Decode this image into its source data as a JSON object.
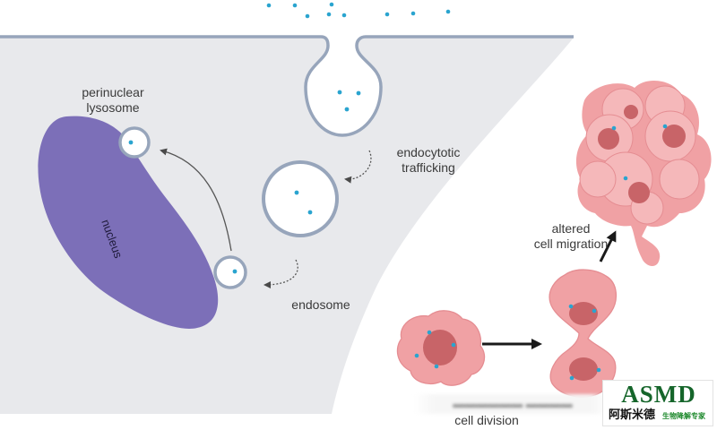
{
  "labels": {
    "perinuclear": "perinuclear\nlysosome",
    "nucleus": "nucleus",
    "endocytotic": "endocytotic\ntrafficking",
    "endosome": "endosome",
    "migration": "altered\ncell migration",
    "division_line2": "cell division"
  },
  "logo": {
    "brand": "ASMD",
    "chinese": "阿斯米德",
    "tagline": "生物降解专家"
  },
  "colors": {
    "cytoplasm": "#e8e9ec",
    "membrane": "#97a5bb",
    "nucleus": "#7c6fb8",
    "particle": "#2aa4cf",
    "cell_fill": "#f0a1a4",
    "cell_nucleus": "#c86468",
    "logo_green": "#15652a"
  }
}
